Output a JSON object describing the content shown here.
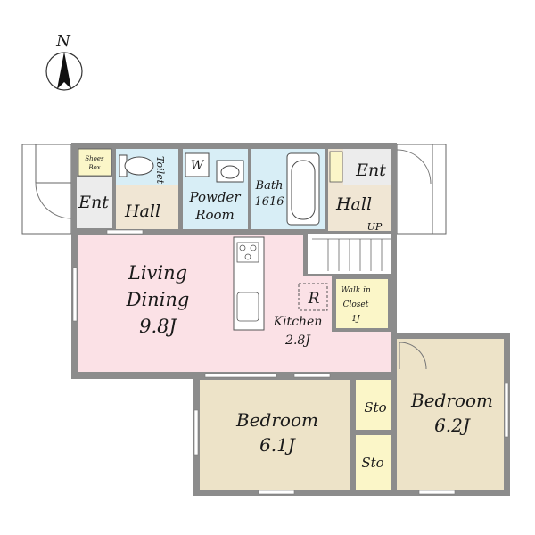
{
  "compass": {
    "label": "N"
  },
  "rooms": {
    "shoes_box": {
      "line1": "Shoes",
      "line2": "Box"
    },
    "toilet": {
      "label": "Toilet"
    },
    "entrance_left": {
      "label": "Ent"
    },
    "hall_left": {
      "label": "Hall"
    },
    "washer": {
      "label": "W"
    },
    "powder_room": {
      "line1": "Powder",
      "line2": "Room"
    },
    "bath": {
      "line1": "Bath",
      "line2": "1616"
    },
    "hall_right": {
      "label": "Hall"
    },
    "entrance_right": {
      "label": "Ent"
    },
    "stairs": {
      "label": "UP"
    },
    "living_dining": {
      "line1": "Living",
      "line2": "Dining",
      "line3": "9.8J"
    },
    "refrigerator": {
      "label": "R"
    },
    "kitchen": {
      "line1": "Kitchen",
      "line2": "2.8J"
    },
    "walk_in_closet": {
      "line1": "Walk in",
      "line2": "Closet",
      "line3": "1J"
    },
    "bedroom_left": {
      "line1": "Bedroom",
      "line2": "6.1J"
    },
    "storage_upper": {
      "label": "Sto"
    },
    "storage_lower": {
      "label": "Sto"
    },
    "bedroom_right": {
      "line1": "Bedroom",
      "line2": "6.2J"
    }
  },
  "colors": {
    "wall": "#8c8c8c",
    "living_dining": "#fbe1e6",
    "bedroom": "#ede3c8",
    "wet_area": "#d8eef6",
    "hall": "#f0e6d4",
    "storage": "#fbf6c8",
    "exterior": "#ffffff"
  }
}
